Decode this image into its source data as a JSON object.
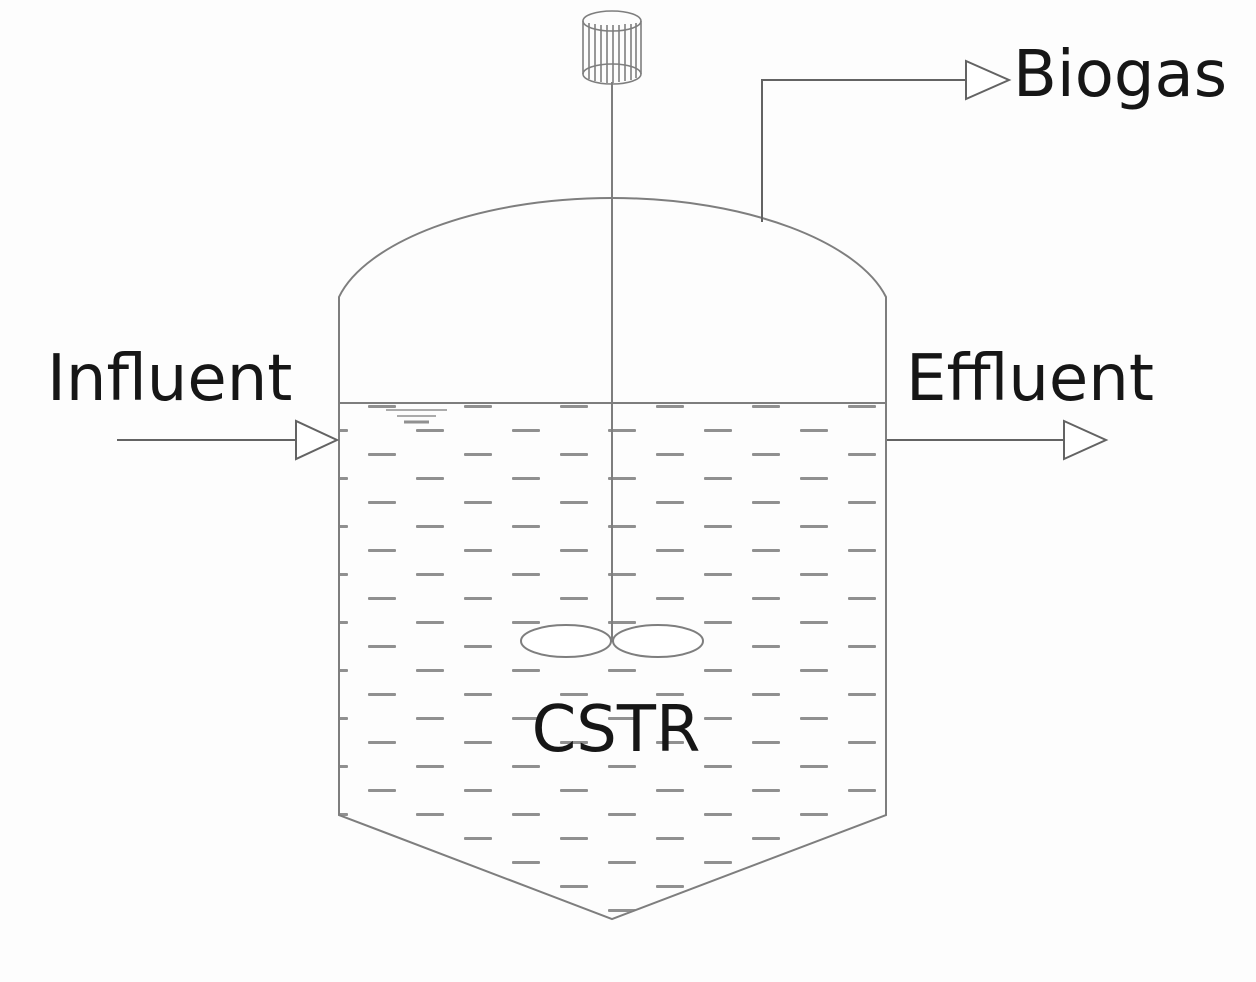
{
  "diagram": {
    "type": "process-flow",
    "labels": {
      "influent": "Influent",
      "effluent": "Effluent",
      "biogas": "Biogas",
      "reactor": "CSTR"
    },
    "colors": {
      "background": "#fdfdfd",
      "outline": "#7e7e7e",
      "arrow": "#636363",
      "text": "#161616",
      "liquid_dash": "#909090"
    }
  }
}
